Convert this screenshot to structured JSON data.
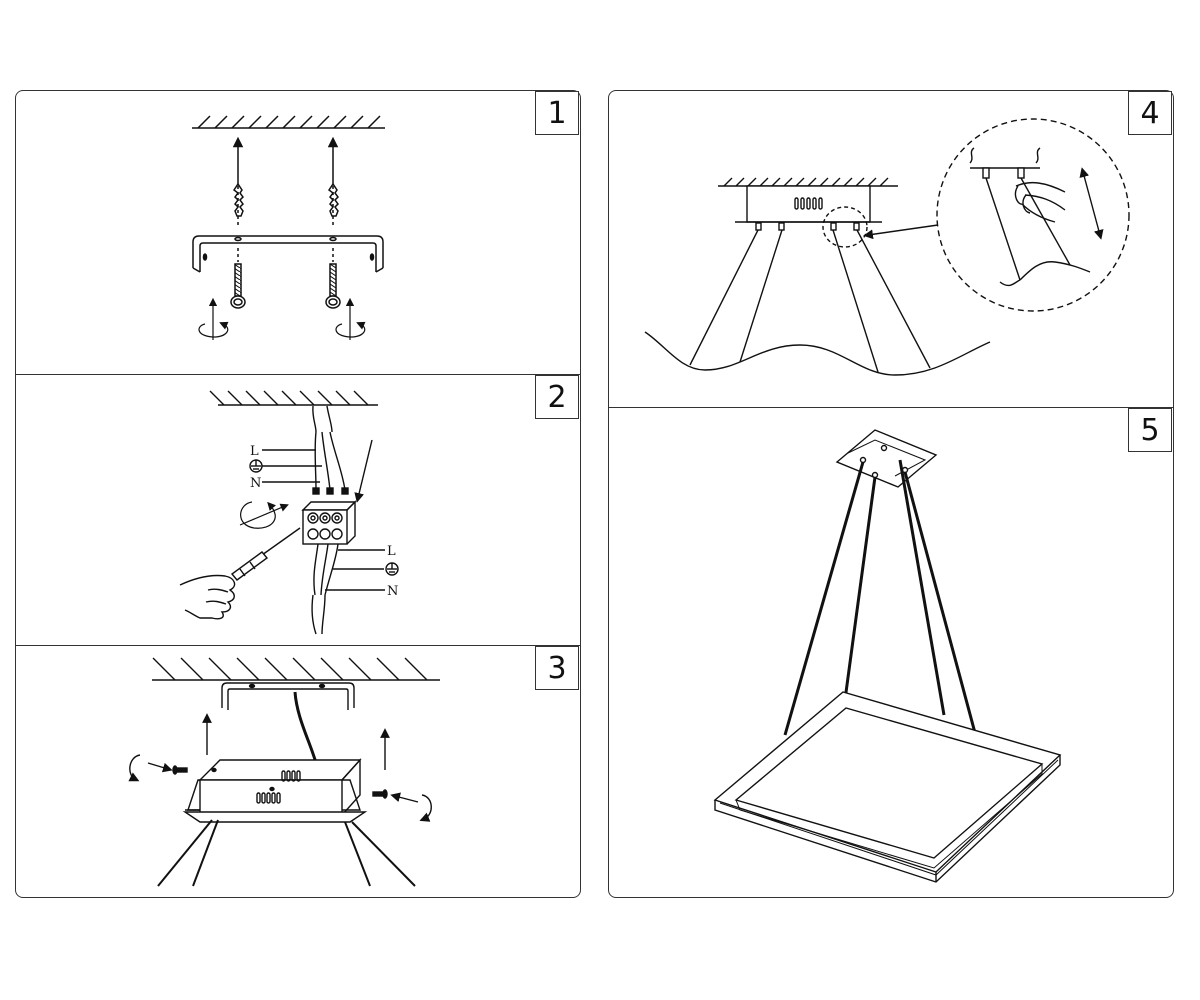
{
  "steps": [
    {
      "number": "1"
    },
    {
      "number": "2"
    },
    {
      "number": "3"
    },
    {
      "number": "4"
    },
    {
      "number": "5"
    }
  ],
  "wire_labels": {
    "live": "L",
    "neutral": "N",
    "earth_symbol": "⏚"
  }
}
